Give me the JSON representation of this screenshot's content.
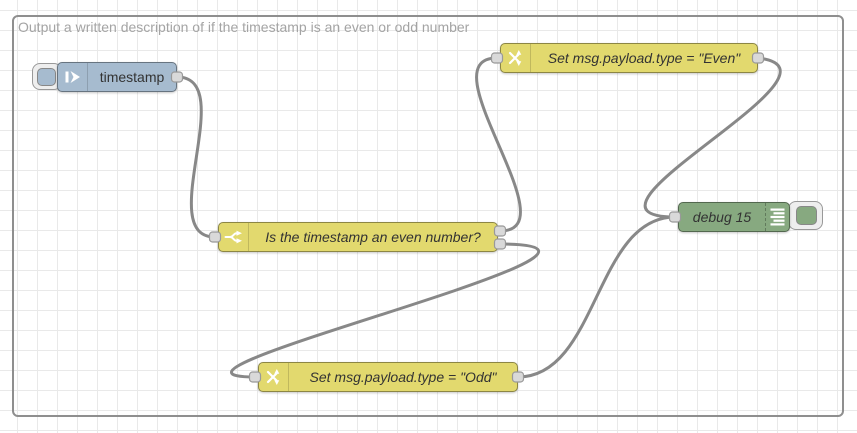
{
  "group": {
    "label": "Output a written description of if the timestamp is an even or odd number"
  },
  "nodes": {
    "inject": {
      "type": "inject",
      "label": "timestamp",
      "color": "#a6bbcf",
      "outputs": 1
    },
    "switch": {
      "type": "switch",
      "label": "Is the timestamp an even number?",
      "color": "#e2d96e",
      "outputs": 2
    },
    "change_even": {
      "type": "change",
      "label": "Set msg.payload.type = \"Even\"",
      "color": "#e2d96e",
      "outputs": 1
    },
    "change_odd": {
      "type": "change",
      "label": "Set msg.payload.type = \"Odd\"",
      "color": "#e2d96e",
      "outputs": 1
    },
    "debug": {
      "type": "debug",
      "label": "debug 15",
      "color": "#87a980",
      "outputs": 0
    }
  },
  "wires": [
    {
      "from": "inject",
      "to": "switch"
    },
    {
      "from": "switch:out1",
      "to": "change_even"
    },
    {
      "from": "switch:out2",
      "to": "change_odd"
    },
    {
      "from": "change_even",
      "to": "debug"
    },
    {
      "from": "change_odd",
      "to": "debug"
    }
  ],
  "icons": {
    "inject": "inject-arrow-icon",
    "switch": "branch-icon",
    "change": "shuffle-swap-icon",
    "debug": "console-lines-icon"
  },
  "colors": {
    "wire": "#888888",
    "port_fill": "#d9d9d9",
    "port_border": "#999999",
    "grid_line": "#e9e9e9",
    "group_border": "#8f8f8f",
    "group_label": "#a4a4a4",
    "node_label": "#333333"
  }
}
